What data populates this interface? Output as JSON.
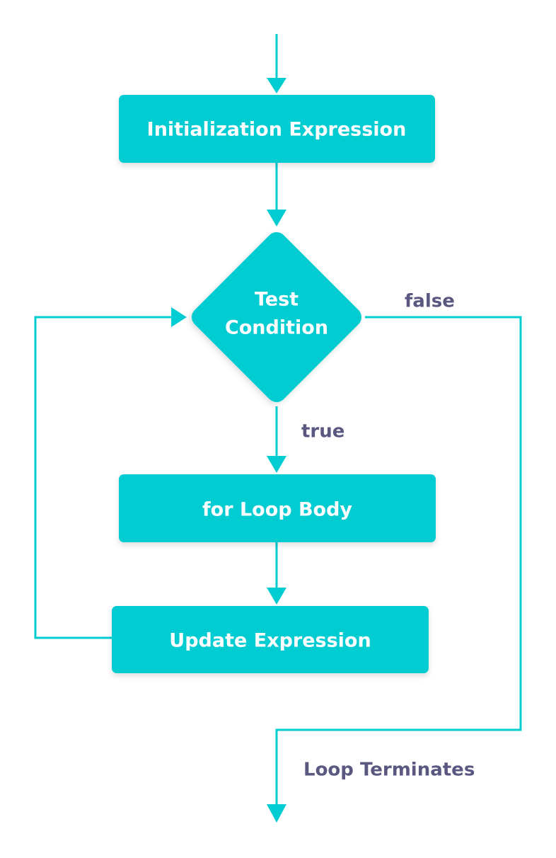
{
  "diagram": {
    "colors": {
      "node_fill": "#00ccd2",
      "connector": "#00ccd2",
      "node_text": "#ffffff",
      "edge_label_text": "#5a5880"
    },
    "nodes": {
      "init": {
        "label": "Initialization Expression"
      },
      "condition": {
        "line1": "Test",
        "line2": "Condition"
      },
      "body": {
        "label": "for Loop Body"
      },
      "update": {
        "label": "Update Expression"
      }
    },
    "edges": {
      "false_label": "false",
      "true_label": "true",
      "exit_label": "Loop Terminates"
    }
  }
}
